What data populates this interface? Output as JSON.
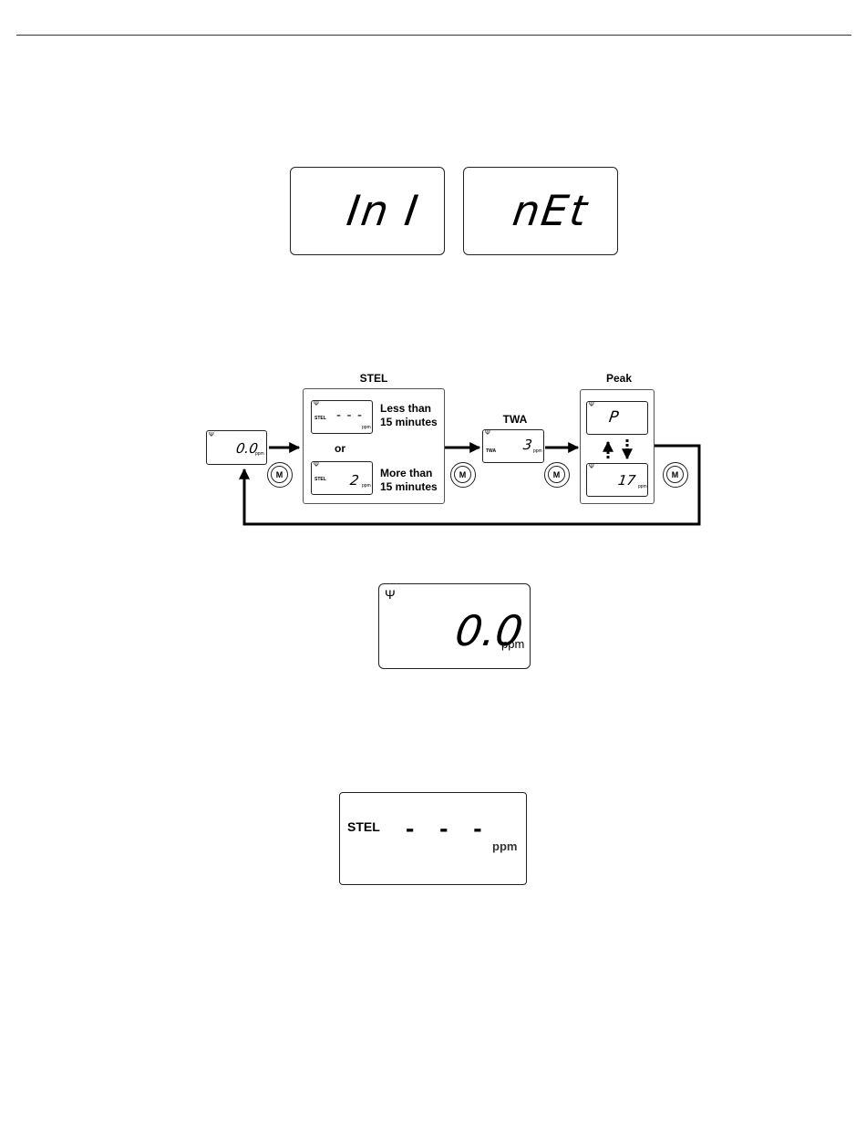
{
  "lcd_top": {
    "left_readout": "In I",
    "right_readout": "nEt"
  },
  "flow": {
    "stel": {
      "header": "STEL",
      "upper_lcd": {
        "label": "STEL",
        "readout": "- - -",
        "unit": "ppm"
      },
      "upper_note": "Less than 15 minutes",
      "or_label": "or",
      "lower_lcd": {
        "label": "STEL",
        "readout": "2",
        "unit": "ppm"
      },
      "lower_note": "More than 15 minutes"
    },
    "start_lcd": {
      "readout": "0.0",
      "unit": "ppm"
    },
    "twa": {
      "header": "TWA",
      "label": "TWA",
      "readout": "3",
      "unit": "ppm"
    },
    "peak": {
      "header": "Peak",
      "upper_lcd": {
        "readout": "P"
      },
      "lower_lcd": {
        "readout": "17",
        "unit": "ppm"
      }
    },
    "mode_button_label": "M"
  },
  "lcd_zero": {
    "readout": "0.0",
    "unit": "ppm"
  },
  "lcd_stel": {
    "label": "STEL",
    "readout": "- - -",
    "unit": "ppm"
  },
  "icons": {
    "antenna": "antenna-icon",
    "mode_button": "mode-button-icon"
  }
}
